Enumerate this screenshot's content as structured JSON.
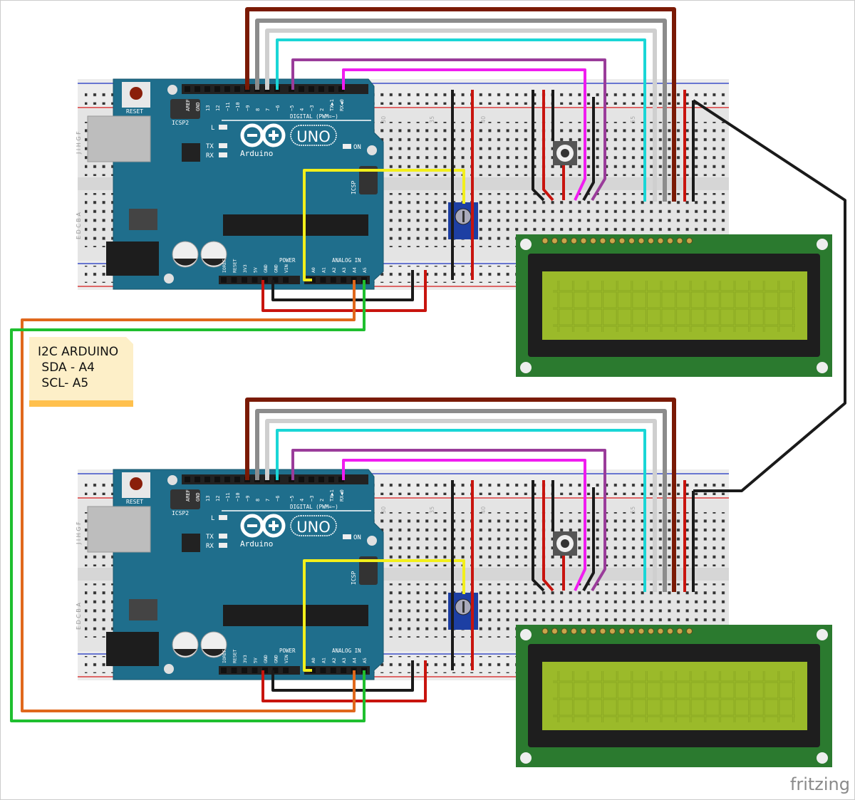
{
  "note": {
    "lines": [
      "I2C ARDUINO",
      " SDA - A4",
      " SCL- A5"
    ]
  },
  "arduino": {
    "reset_label": "RESET",
    "icsp2_label": "ICSP2",
    "icsp_label": "ICSP",
    "brand": "Arduino",
    "model": "UNO",
    "digital_label": "DIGITAL (PWM=~)",
    "power_label": "POWER",
    "analog_label": "ANALOG IN",
    "led_labels": [
      "L",
      "TX",
      "RX",
      "ON"
    ],
    "digital_pins": [
      "AREF",
      "GND",
      "13",
      "12",
      "~11",
      "~10",
      "~9",
      "8",
      "7",
      "~6",
      "~5",
      "4",
      "~3",
      "2",
      "TX▶1",
      "RX◀0"
    ],
    "power_pins": [
      "IOREF",
      "RESET",
      "3V3",
      "5V",
      "GND",
      "GND",
      "VIN"
    ],
    "analog_pins": [
      "A0",
      "A1",
      "A2",
      "A3",
      "A4",
      "A5"
    ]
  },
  "breadboard": {
    "row_letters": [
      "J",
      "I",
      "H",
      "G",
      "F",
      "E",
      "D",
      "C",
      "B",
      "A"
    ],
    "column_numbers": [
      "30",
      "35",
      "40",
      "45",
      "50",
      "55"
    ]
  },
  "logo": "fritzing",
  "colors": {
    "arduino_board": "#1f6e8c",
    "lcd_board": "#2b7a2f",
    "lcd_screen": "#9bba2a",
    "pot": "#1d3fa3",
    "note": "#fdefc8"
  },
  "wires": [
    "brown",
    "gray",
    "white",
    "cyan",
    "purple",
    "magenta",
    "yellow",
    "red",
    "black",
    "orange",
    "green"
  ]
}
